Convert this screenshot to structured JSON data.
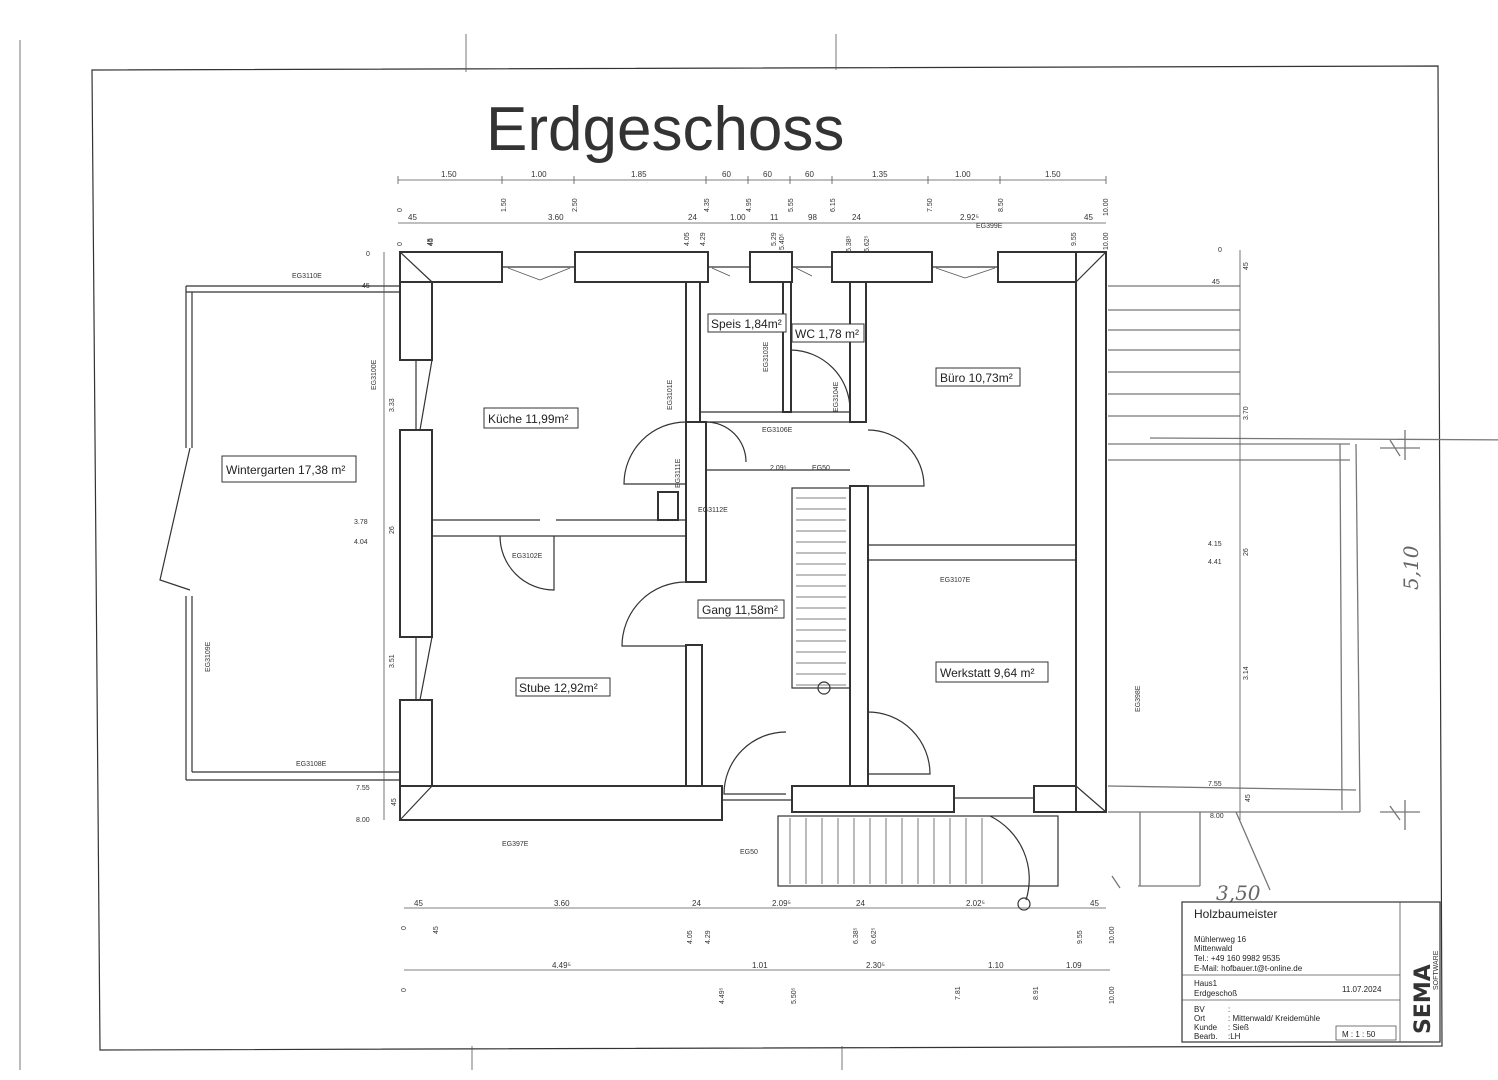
{
  "title": "Erdgeschoss",
  "rooms": {
    "wintergarten": "Wintergarten 17,38 m²",
    "kueche": "Küche 11,99m²",
    "speis": "Speis 1,84m²",
    "wc": "WC 1,78 m²",
    "buero": "Büro 10,73m²",
    "gang": "Gang 11,58m²",
    "stube": "Stube 12,92m²",
    "werkstatt": "Werkstatt 9,64 m²"
  },
  "dims": {
    "top1": [
      "1.50",
      "1.00",
      "1.85",
      "60",
      "60",
      "60",
      "1.35",
      "1.00",
      "1.50"
    ],
    "top1_cum": [
      "0",
      "1.50",
      "2.50",
      "4.35",
      "4.95",
      "5.55",
      "6.15",
      "7.50",
      "8.50",
      "10.00"
    ],
    "top2": [
      "45",
      "3.60",
      "24",
      "1.00",
      "11",
      "98",
      "24",
      "2.92⁵",
      "45"
    ],
    "top2_cum": [
      "0",
      "45",
      "4.05",
      "4.29",
      "5.29",
      "5.40⁵",
      "6.38⁵",
      "6.62⁵",
      "9.55",
      "10.00"
    ],
    "bottom1": [
      "45",
      "3.60",
      "24",
      "2.09⁵",
      "24",
      "2.02⁵",
      "45"
    ],
    "bottom1_cum": [
      "0",
      "45",
      "4.05",
      "4.29",
      "6.38⁵",
      "6.62⁵",
      "9.55",
      "10.00"
    ],
    "bottom2": [
      "4.49⁵",
      "1.01",
      "2.30⁵",
      "1.10",
      "1.09"
    ],
    "bottom2_cum": [
      "0",
      "4.49⁵",
      "5.50⁵",
      "7.81",
      "8.91",
      "10.00"
    ],
    "left_cum": [
      "0",
      "45",
      "3.78",
      "4.04",
      "7.55",
      "8.00"
    ],
    "left_seg": [
      "3.33",
      "26",
      "3.51",
      "45"
    ],
    "right_cum": [
      "0",
      "45",
      "4.15",
      "4.41",
      "7.55",
      "8.00"
    ],
    "right_seg": [
      "45",
      "3.70",
      "26",
      "3.14",
      "45"
    ],
    "stair_width": "2.09⁵"
  },
  "elements": {
    "e3110": "EG3110E",
    "e3100": "EG3100E",
    "e3109": "EG3109E",
    "e3108": "EG3108E",
    "e3101": "EG3101E",
    "e3111": "EG3111E",
    "e3112": "EG3112E",
    "e3102": "EG3102E",
    "e3103": "EG3103E",
    "e3104": "EG3104E",
    "e3106": "EG3106E",
    "e3107": "EG3107E",
    "e397": "EG397E",
    "e398": "EG398E",
    "e399": "EG399E",
    "tag1": "EG50",
    "tag2": "EG50"
  },
  "handwriting": {
    "side": "5,10",
    "bottom": "3,50"
  },
  "titleblock": {
    "company": "Holzbaumeister",
    "street": "Mühlenweg 16",
    "city": "Mittenwald",
    "tel": "Tel.: +49 160 9982 9535",
    "email": "E-Mail: hofbauer.t@t-online.de",
    "project": "Haus1",
    "sheet": "Erdgeschoß",
    "date": "11.07.2024",
    "bv_label": "BV",
    "bv_value": ":",
    "ort_label": "Ort",
    "ort_value": ": Mittenwald/ Kreidemühle",
    "kunde_label": "Kunde",
    "kunde_value": ": Sieß",
    "bearb_label": "Bearb.",
    "bearb_value": ":LH",
    "scale": "M : 1 : 50",
    "logo": "SEMA",
    "logo_sub": "SOFTWARE"
  }
}
